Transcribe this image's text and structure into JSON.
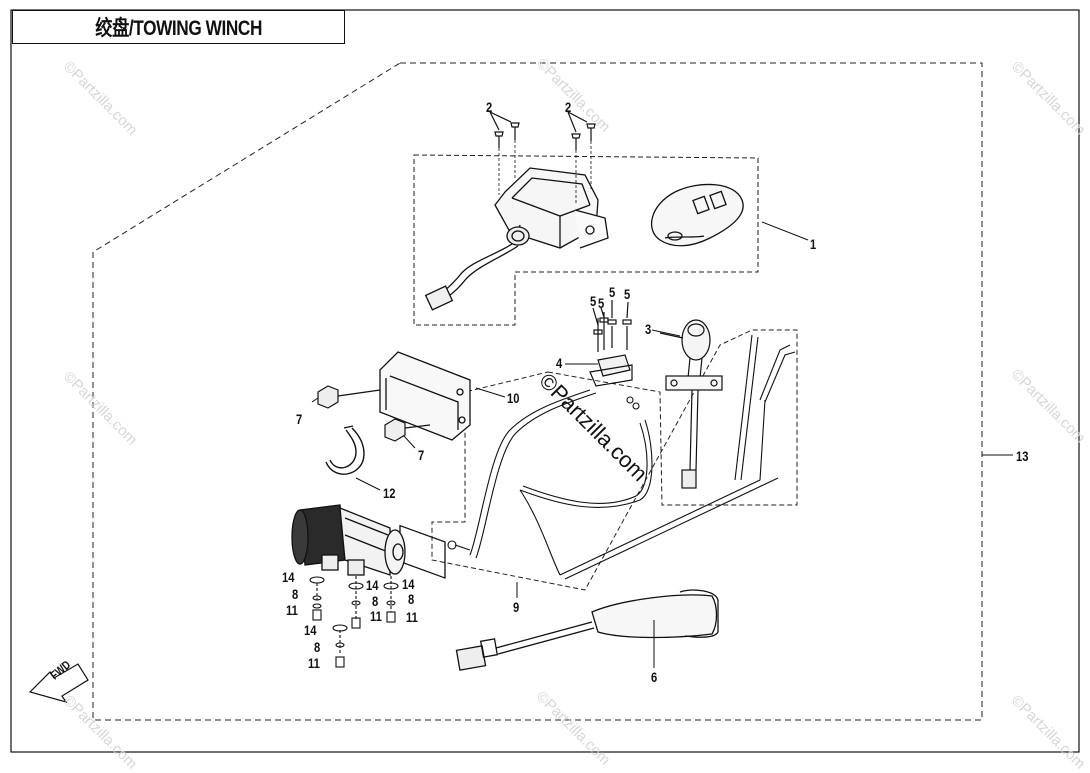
{
  "title": "绞盘/TOWING WINCH",
  "callouts": {
    "c1": "1",
    "c2a": "2",
    "c2b": "2",
    "c3": "3",
    "c4": "4",
    "c5a": "5",
    "c5b": "5",
    "c5c": "5",
    "c5d": "5",
    "c6": "6",
    "c7a": "7",
    "c7b": "7",
    "c8a": "8",
    "c8b": "8",
    "c8c": "8",
    "c8d": "8",
    "c9": "9",
    "c10": "10",
    "c11a": "11",
    "c11b": "11",
    "c11c": "11",
    "c11d": "11",
    "c12": "12",
    "c13": "13",
    "c14a": "14",
    "c14b": "14",
    "c14c": "14",
    "c14d": "14"
  },
  "fwd_label": "FWD",
  "watermark": "©Partzilla.com",
  "colors": {
    "line": "#111111",
    "watermark": "#cfcfcf",
    "background": "#ffffff"
  }
}
